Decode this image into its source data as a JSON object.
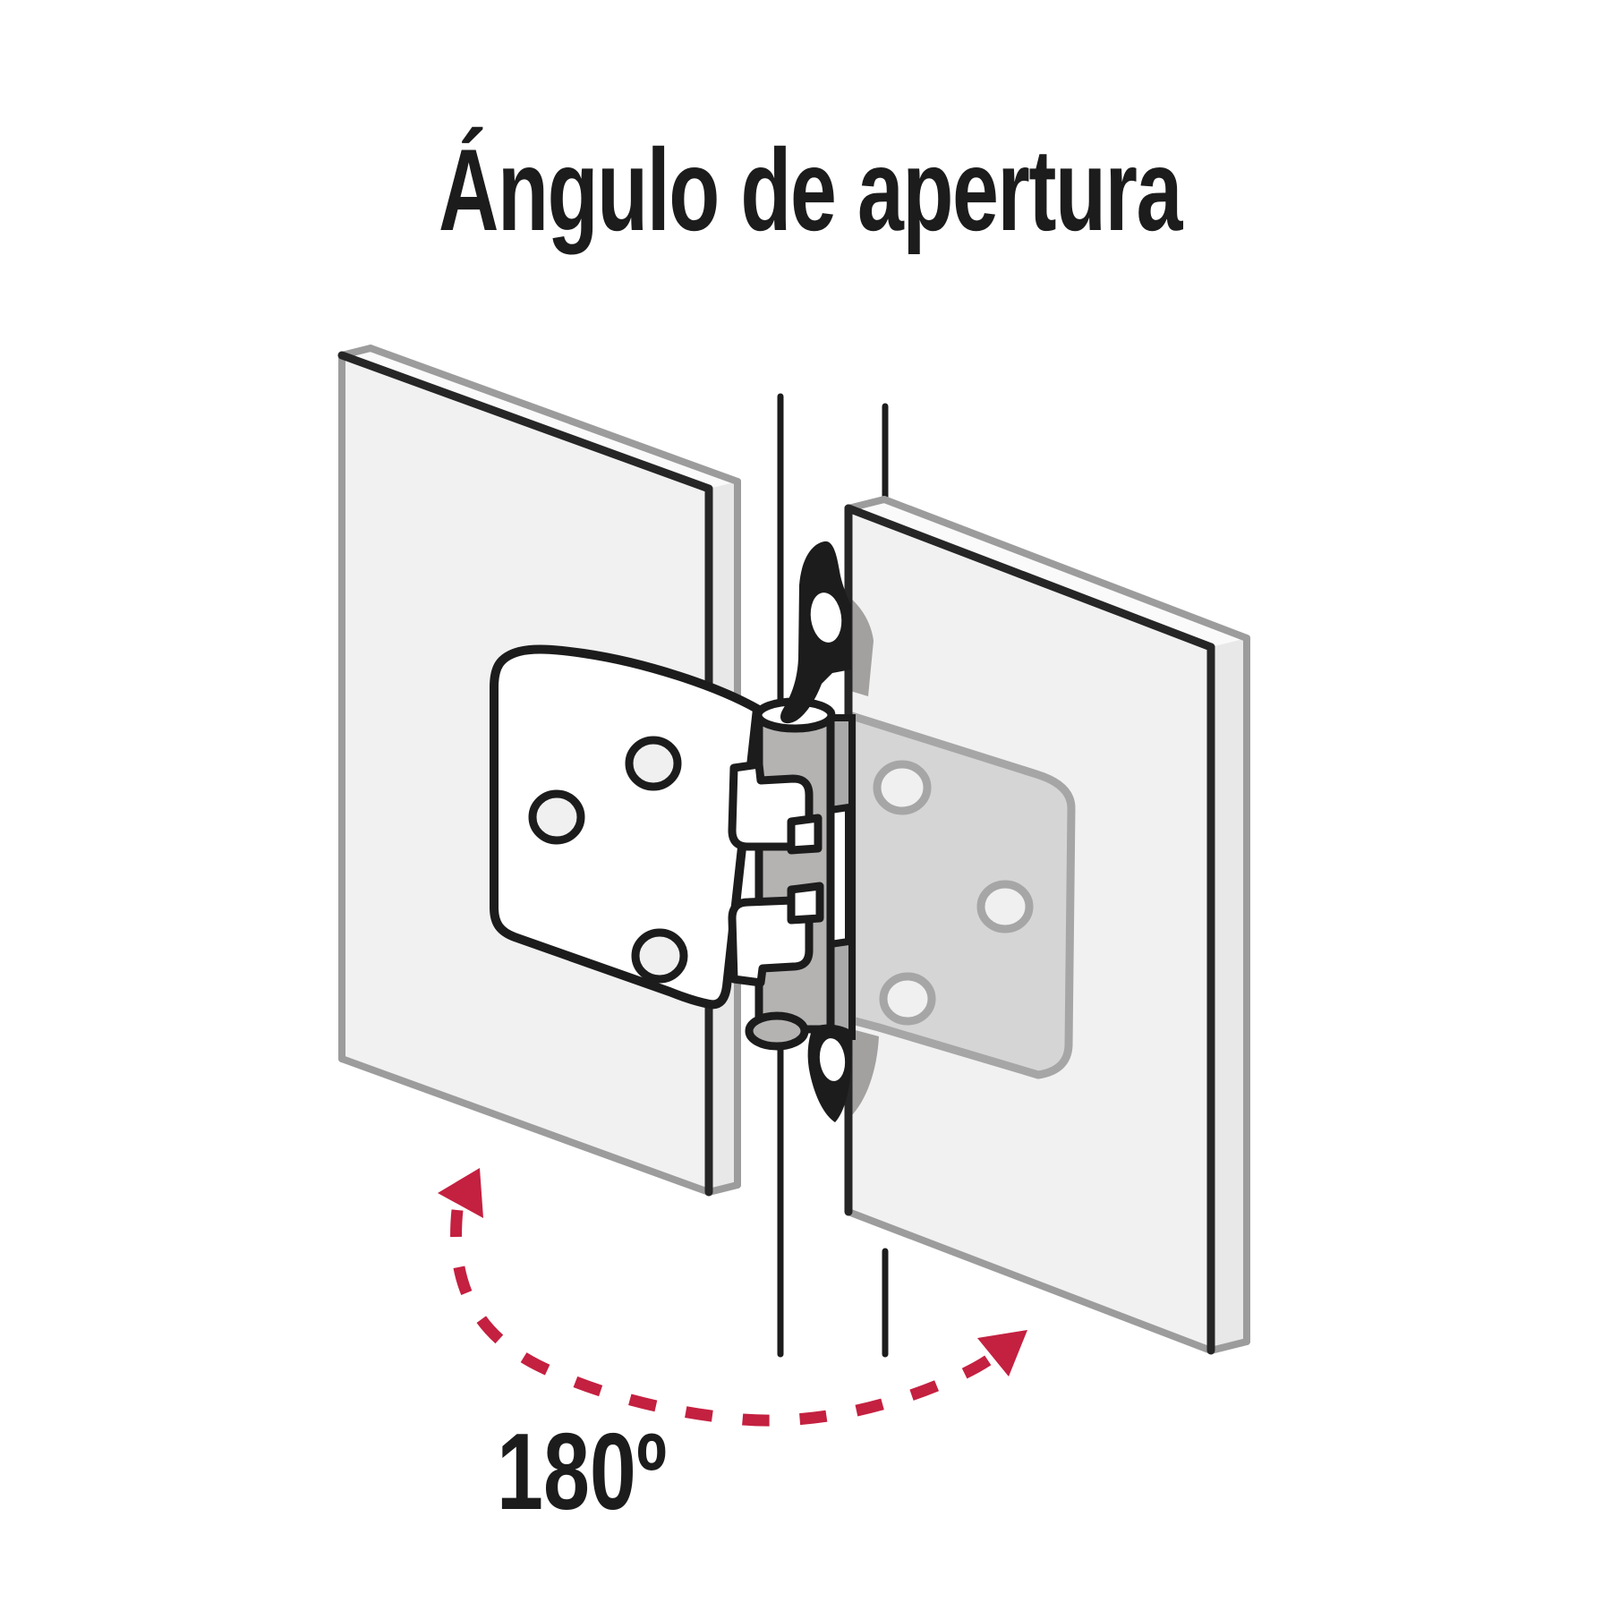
{
  "title": "Ángulo de apertura",
  "diagram": {
    "type": "product-feature-illustration",
    "subject": "self-closing cabinet hinge shown fully open between two panels",
    "angle_label": "180º",
    "parts": {
      "left_panel": "cabinet door panel (left, light gray, perspective)",
      "right_panel": "cabinet frame panel (right, light gray, perspective)",
      "hinge_left_wing": "white hinge leaf with 3 screw holes",
      "hinge_right_wing": "gray hinge leaf with 3 screw holes seen through right panel",
      "barrel": "gray hinge barrel with knuckles and pin",
      "spring_clips": "black mounting tabs with oval screw holes, top and bottom",
      "swing_arrow": "red dashed double-headed arc showing 180º opening sweep"
    },
    "colors": {
      "background": "#ffffff",
      "accent_red": "#c42040",
      "outline_black": "#1c1c1c",
      "edge_dark": "#262626",
      "edge_light": "#9c9c9c",
      "panel_fill": "#f1f1f1",
      "panel_top_fill": "#fafafa",
      "panel_side_fill": "#e8e8e8",
      "barrel_fill": "#b5b2b2",
      "flange_fill": "#a9a9a9",
      "wing_through_fill": "#d5d5d5",
      "wing_through_stroke": "#a6a6a6",
      "hole_fill": "#f0f0f0",
      "shadow_gray": "#a3a0a0"
    }
  }
}
